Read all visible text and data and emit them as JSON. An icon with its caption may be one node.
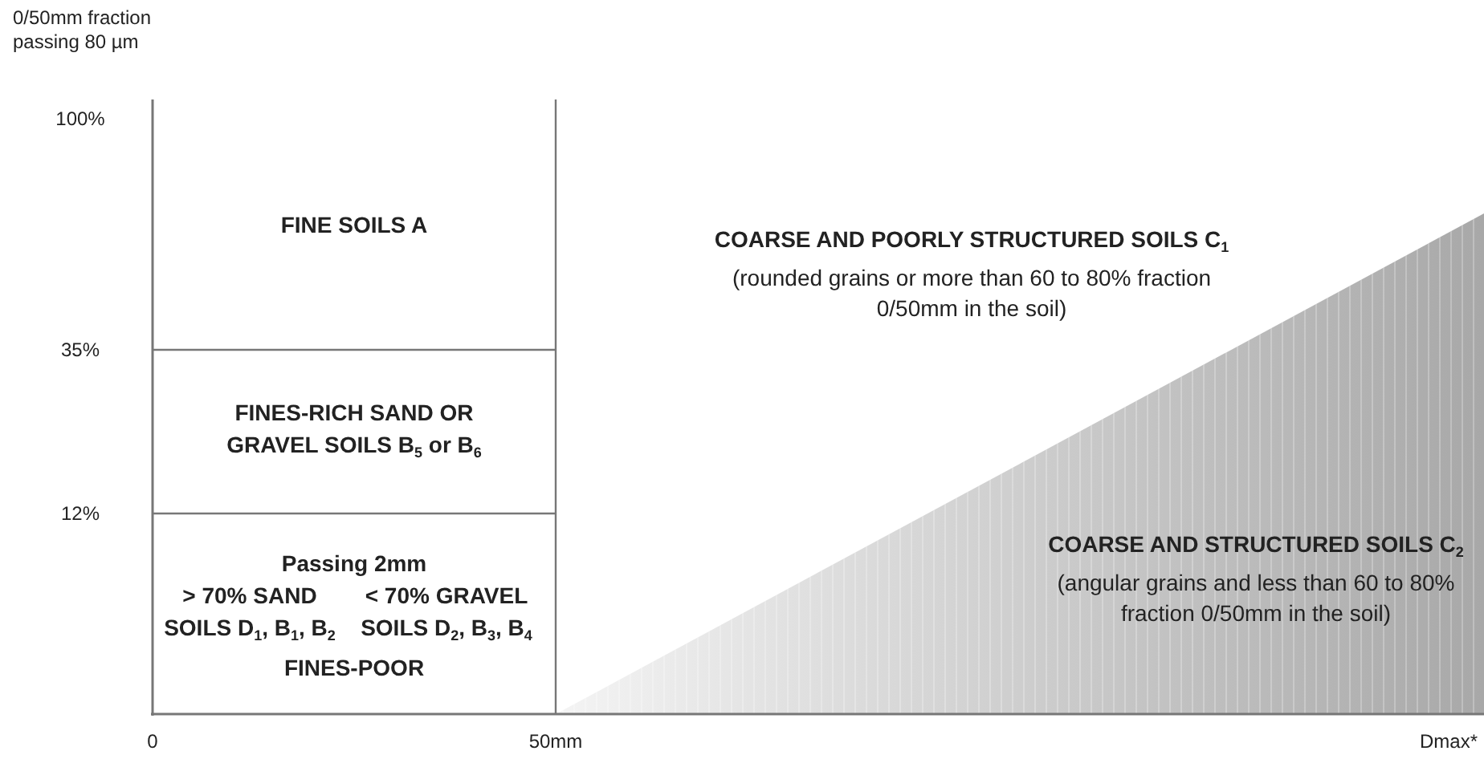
{
  "diagram": {
    "nodes": [
      {
        "text": [
          "FINE SOILS A"
        ]
      },
      {
        "text": [
          "FINES-RICH SAND OR GRAVEL SOILS B$_{5}$ or B$_{6}$"
        ]
      },
      {
        "text": [
          "Passing 2mm",
          "> 70% SAND SOILS D$_{1}$, B$_{1}$, B$_{2}$",
          "< 70% GRAVEL SOILS D$_{2}$, B$_{3}$, B$_{4}$",
          "FINES-POOR"
        ]
      },
      {
        "text": [
          "COARSE AND POORLY STRUCTURED SOILS C$_{1}$",
          "(rounded grains or more than 60 to 80% fraction 0/50mm in the soil)"
        ]
      },
      {
        "text": [
          "COARSE AND STRUCTURED SOILS C$_{2}$",
          "(angular grains and less than 60 to 80% fraction 0/50mm in the soil)"
        ]
      }
    ],
    "labels": [
      "0/50mm fraction passing 80 µm",
      "100%",
      "35%",
      "12%",
      "0",
      "50mm",
      "Dmax*"
    ]
  }
}
